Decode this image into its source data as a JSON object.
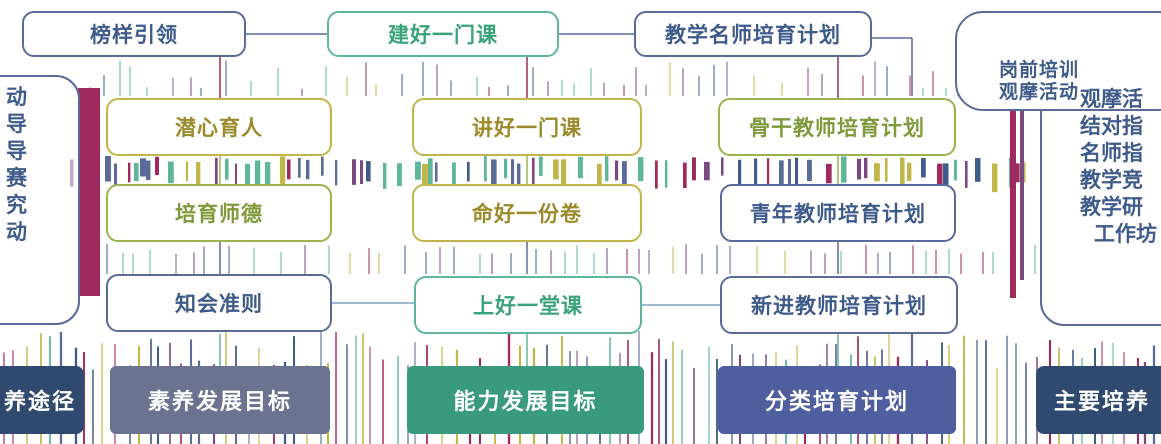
{
  "top_row": {
    "left": "榜样引领",
    "center": "建好一门课",
    "right": "教学名师培育计划",
    "far_right_lines": [
      "岗前培训",
      "观摩活动"
    ]
  },
  "columns": [
    {
      "goal": "素养发展目标",
      "items": [
        "潜心育人",
        "培育师德",
        "知会准则"
      ],
      "color": "#6b7390",
      "text_color": "#9a8a2a"
    },
    {
      "goal": "能力发展目标",
      "items": [
        "讲好一门课",
        "命好一份卷",
        "上好一堂课"
      ],
      "color": "#3a9a7d",
      "text_color": "#9a8a2a"
    },
    {
      "goal": "分类培育计划",
      "items": [
        "骨干教师培育计划",
        "青年教师培育计划",
        "新进教师培育计划"
      ],
      "color": "#4f5e9e",
      "text_color": "#3f5b8a"
    }
  ],
  "left_edge": {
    "items": [
      "动",
      "导",
      "导",
      "赛",
      "究",
      "动"
    ],
    "footer": "养途径",
    "footer_color": "#2f4a6e"
  },
  "right_edge": {
    "items": [
      "观摩活",
      "结对指",
      "名师指",
      "教学竞",
      "教学研",
      "工作坊"
    ],
    "footer": "主要培养",
    "footer_color": "#2f4a6e"
  },
  "colors": {
    "border": "#5a6b9a",
    "green_text": "#3aa37a",
    "blue_text": "#3f5b8a",
    "noise_bar": "#9e2a5e"
  }
}
